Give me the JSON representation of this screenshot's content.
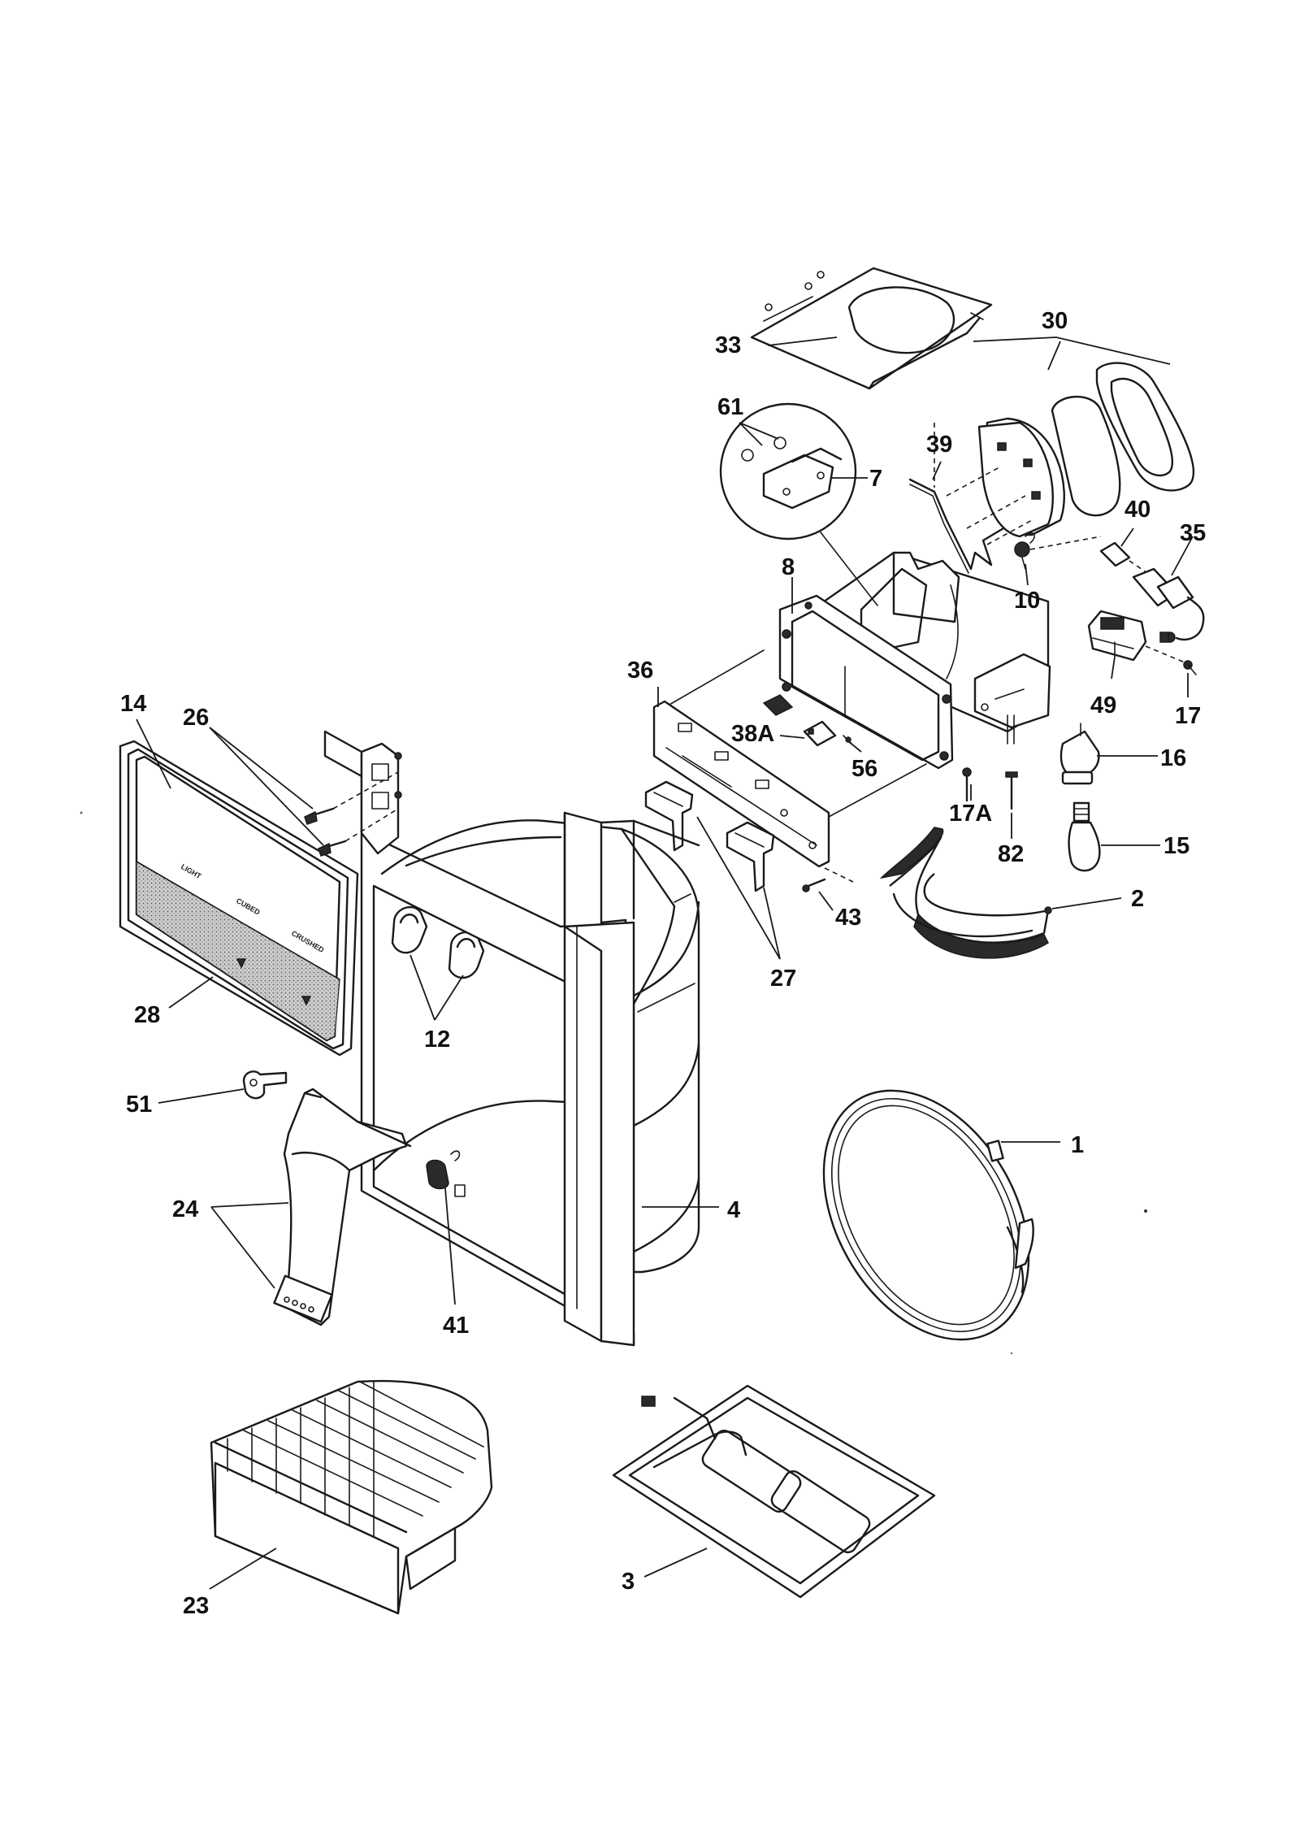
{
  "callouts": {
    "c33": "33",
    "c61": "61",
    "c7": "7",
    "c30": "30",
    "c39": "39",
    "c40": "40",
    "c35": "35",
    "c8": "8",
    "c10": "10",
    "c36": "36",
    "c49": "49",
    "c17": "17",
    "c38A": "38A",
    "c56": "56",
    "c16": "16",
    "c17A": "17A",
    "c82": "82",
    "c15": "15",
    "c14": "14",
    "c26": "26",
    "c43": "43",
    "c2": "2",
    "c27": "27",
    "c28": "28",
    "c12": "12",
    "c51": "51",
    "c1": "1",
    "c24": "24",
    "c4": "4",
    "c41": "41",
    "c23": "23",
    "c3": "3"
  },
  "panel_labels": {
    "l1": "LIGHT",
    "l2": "CUBED",
    "l3": "CRUSHED"
  },
  "colors": {
    "ink": "#1a1a1a",
    "paper": "#ffffff",
    "shade": "#9a9a9a"
  }
}
